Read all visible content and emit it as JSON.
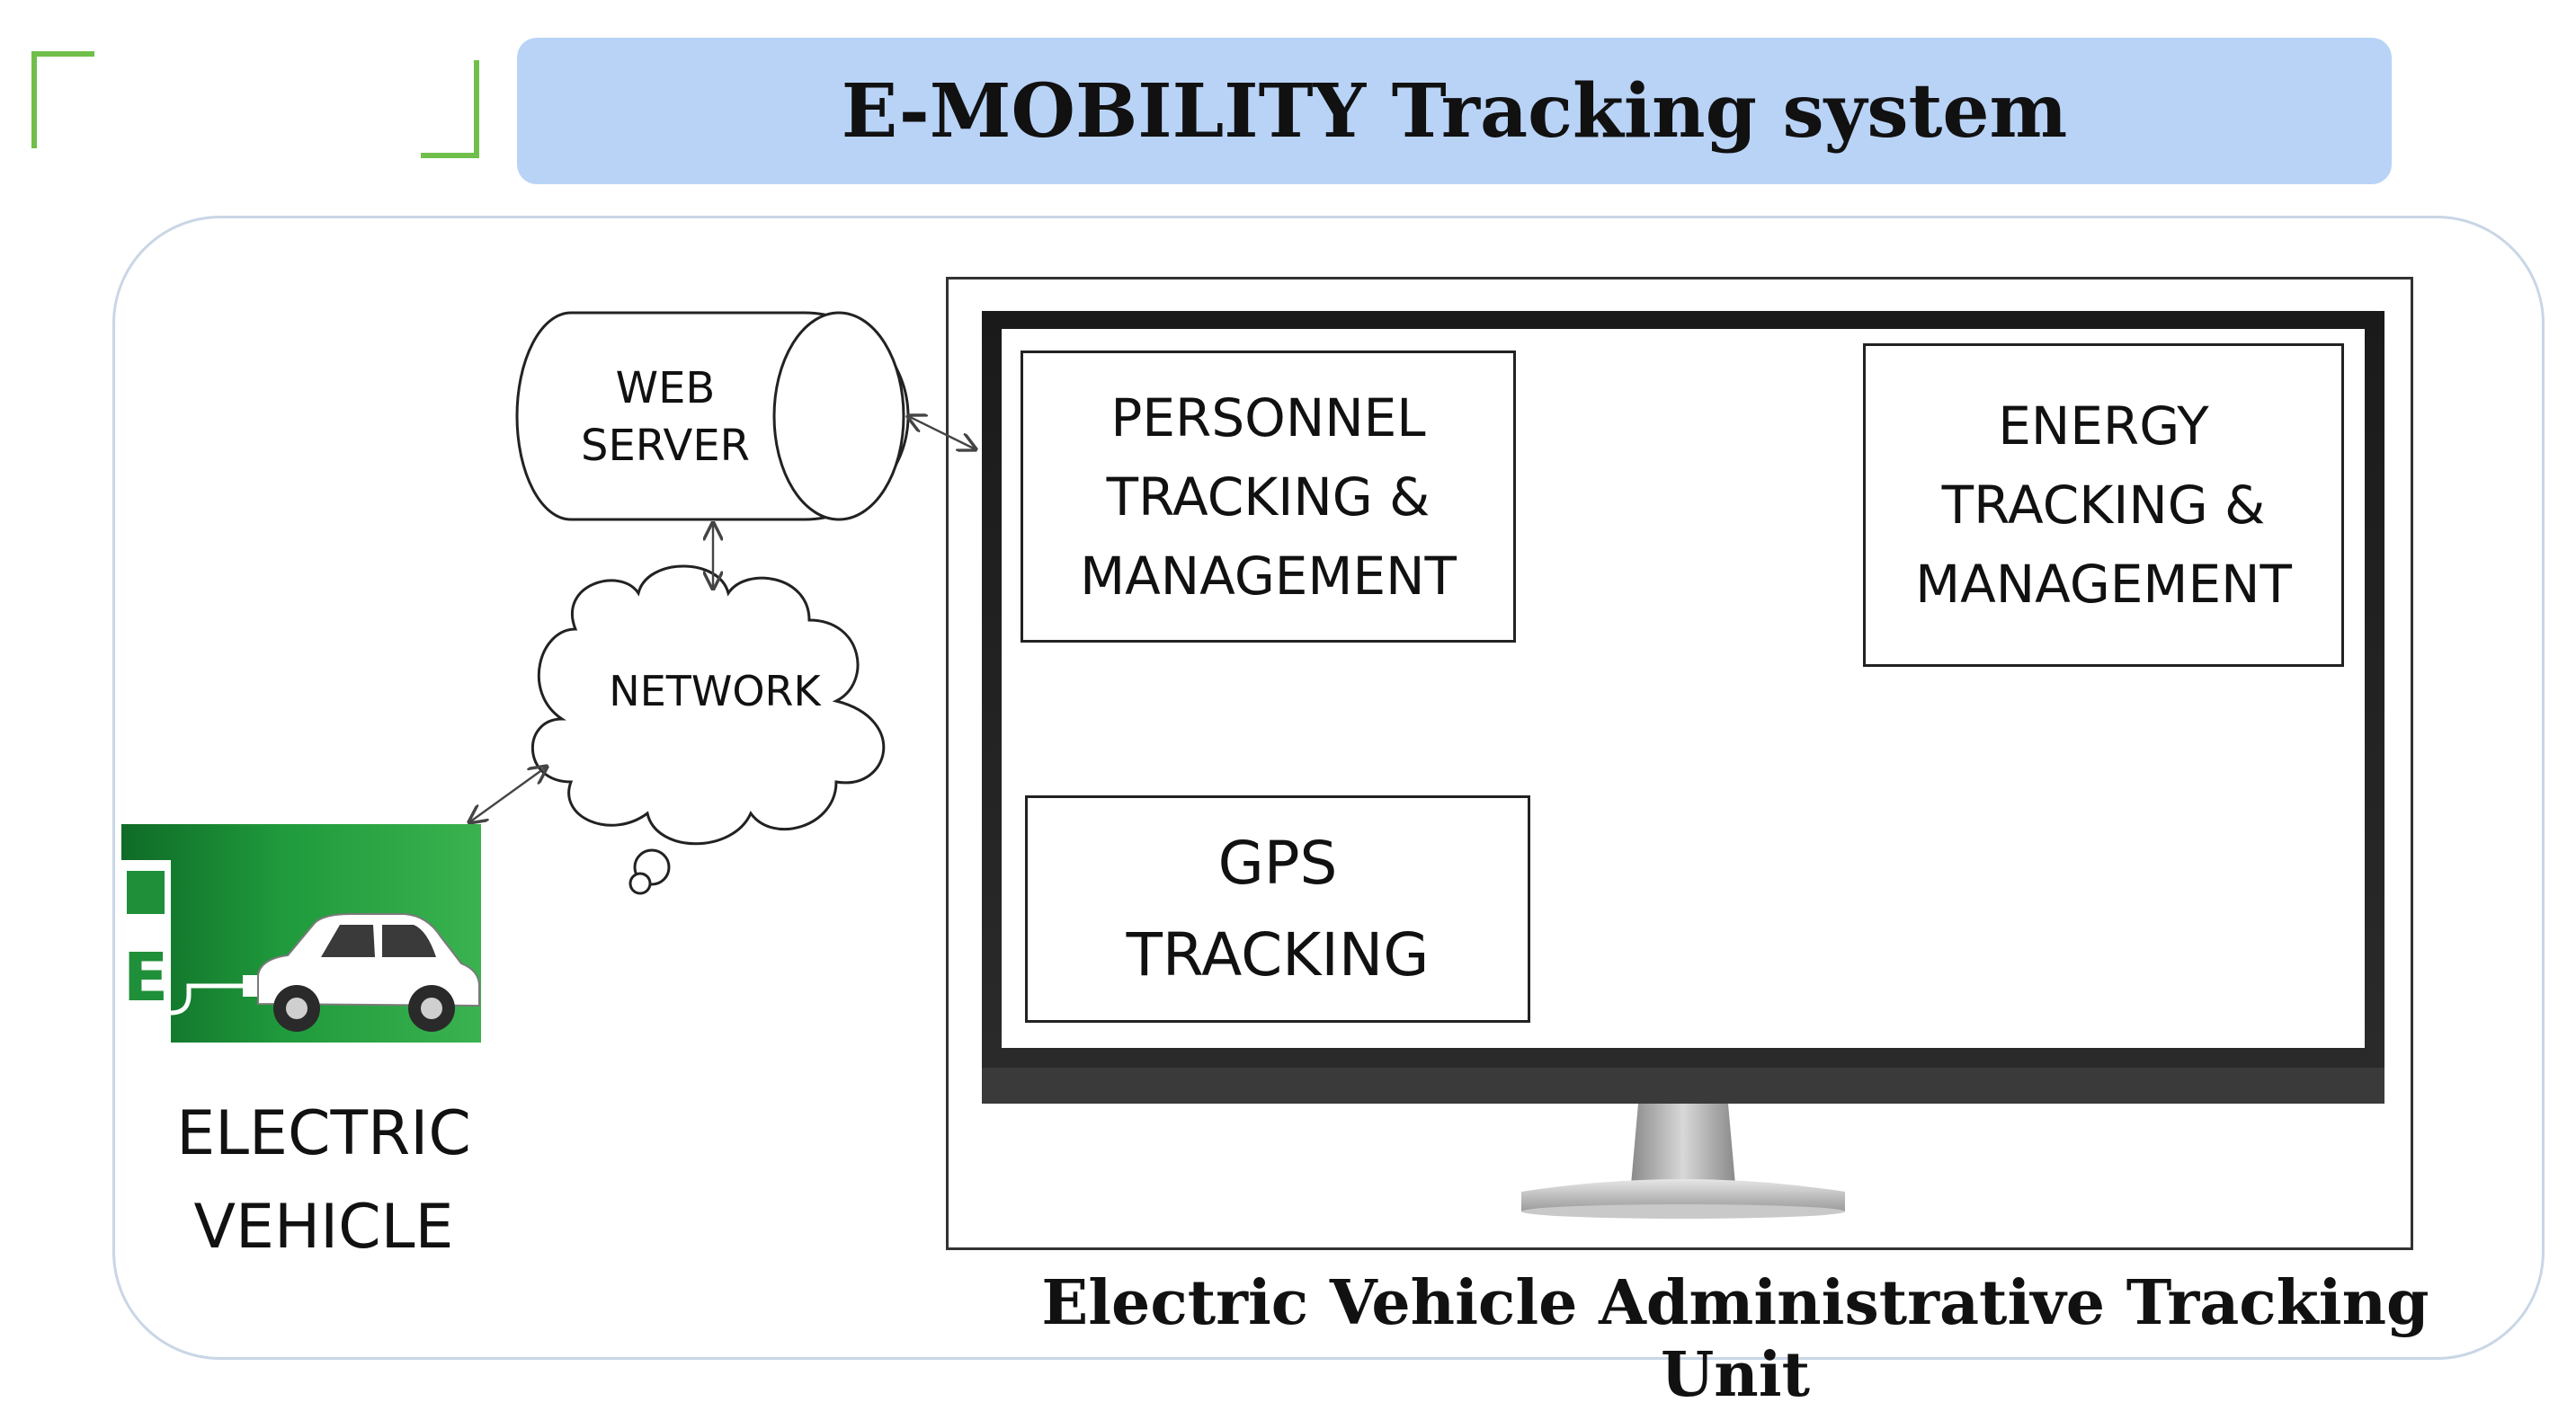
{
  "title": "E-MOBILITY Tracking system",
  "web_server": {
    "label": "WEB\nSERVER"
  },
  "network": {
    "label": "NETWORK"
  },
  "electric_vehicle": {
    "label": "ELECTRIC\nVEHICLE",
    "icon": "ev-charging-car-icon",
    "sign_letter": "E"
  },
  "modules": {
    "personnel": "PERSONNEL\nTRACKING &\nMANAGEMENT",
    "energy": "ENERGY\nTRACKING &\nMANAGEMENT",
    "gps": "GPS\nTRACKING"
  },
  "footer": "Electric Vehicle Administrative Tracking Unit",
  "colors": {
    "title_bg": "#b9d3f7",
    "corner_accent": "#6fbf4a",
    "ev_green": "#1f8f3a",
    "panel_border": "#c9d6e6"
  }
}
